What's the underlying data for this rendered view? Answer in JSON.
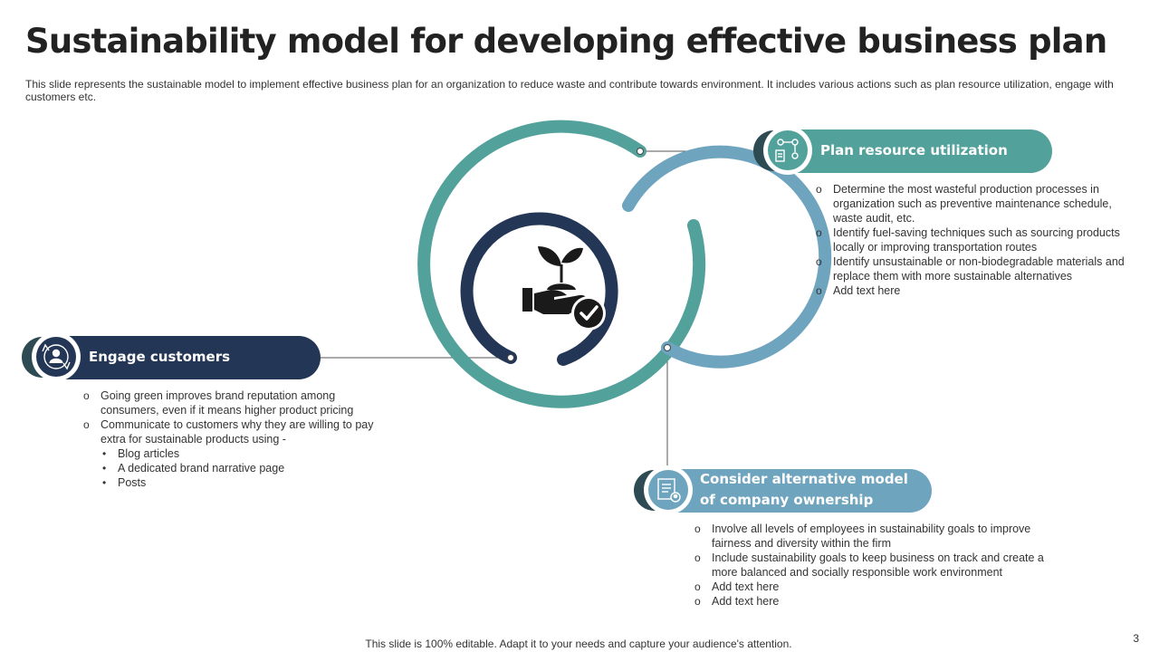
{
  "title": "Sustainability model for developing effective business plan",
  "subtitle": "This slide represents the sustainable model to implement effective business plan for an organization to reduce waste and contribute towards environment. It includes various actions such as plan resource utilization, engage with customers etc.",
  "center_icon": "hand-plant-check-icon",
  "colors": {
    "teal": "#52A19B",
    "light_blue": "#6EA4BE",
    "navy": "#243655",
    "dark_tab": "#2E4A52"
  },
  "sections": {
    "plan": {
      "label": "Plan resource utilization",
      "icon": "resource-flow-icon",
      "bullets": [
        "Determine the most wasteful production processes in organization such as preventive maintenance schedule, waste audit, etc.",
        "Identify fuel-saving techniques such as sourcing products locally or improving transportation routes",
        "Identify unsustainable or non-biodegradable materials and replace them with more sustainable alternatives",
        "Add text here"
      ]
    },
    "engage": {
      "label": "Engage customers",
      "icon": "customer-cycle-icon",
      "bullets": [
        "Going green improves brand reputation among consumers, even if it means higher product pricing",
        "Communicate to customers why they are willing to pay extra for sustainable products using -"
      ],
      "sub_bullets": [
        "Blog articles",
        "A dedicated brand narrative page",
        "Posts"
      ]
    },
    "ownership": {
      "label": "Consider alternative model of company ownership",
      "icon": "ownership-document-icon",
      "bullets": [
        "Involve all levels of employees in sustainability goals to improve fairness and diversity within the firm",
        "Include sustainability goals to keep business on track and create a more balanced and socially responsible work environment",
        "Add text here",
        "Add text here"
      ]
    }
  },
  "footer": "This slide is 100% editable. Adapt it to your needs and capture your audience's attention.",
  "page_number": "3"
}
